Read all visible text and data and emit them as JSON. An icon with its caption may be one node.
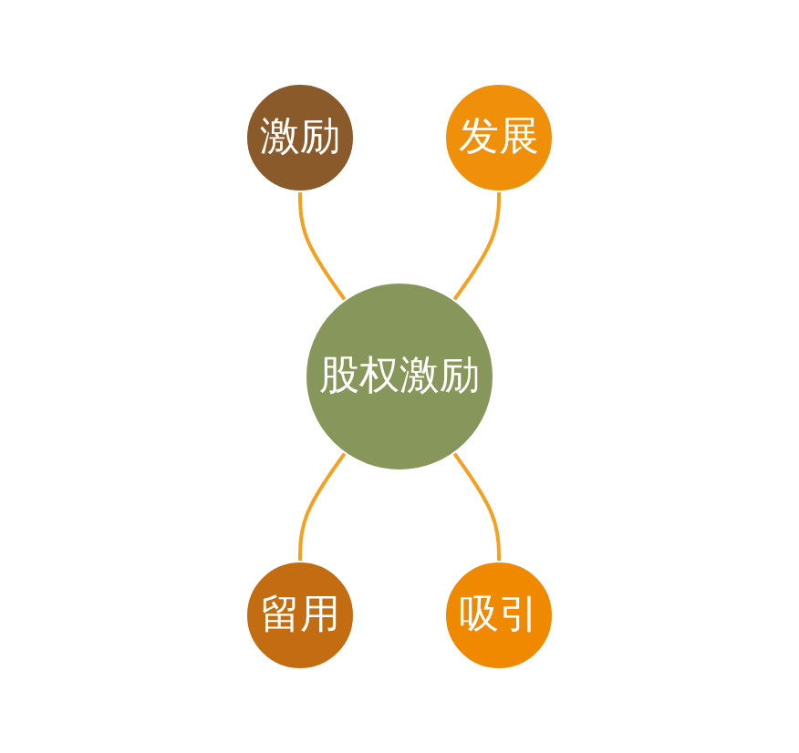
{
  "diagram": {
    "nodes": [
      {
        "text": [
          "激励"
        ]
      },
      {
        "text": [
          "发展"
        ]
      },
      {
        "text": [
          "股权激励"
        ]
      },
      {
        "text": [
          "留用"
        ]
      },
      {
        "text": [
          "吸引"
        ]
      }
    ],
    "edges": [
      {
        "from": 0,
        "to": 2,
        "arrow": "none"
      },
      {
        "from": 1,
        "to": 2,
        "arrow": "none"
      },
      {
        "from": 2,
        "to": 3,
        "arrow": "none"
      },
      {
        "from": 2,
        "to": 4,
        "arrow": "none"
      }
    ]
  }
}
